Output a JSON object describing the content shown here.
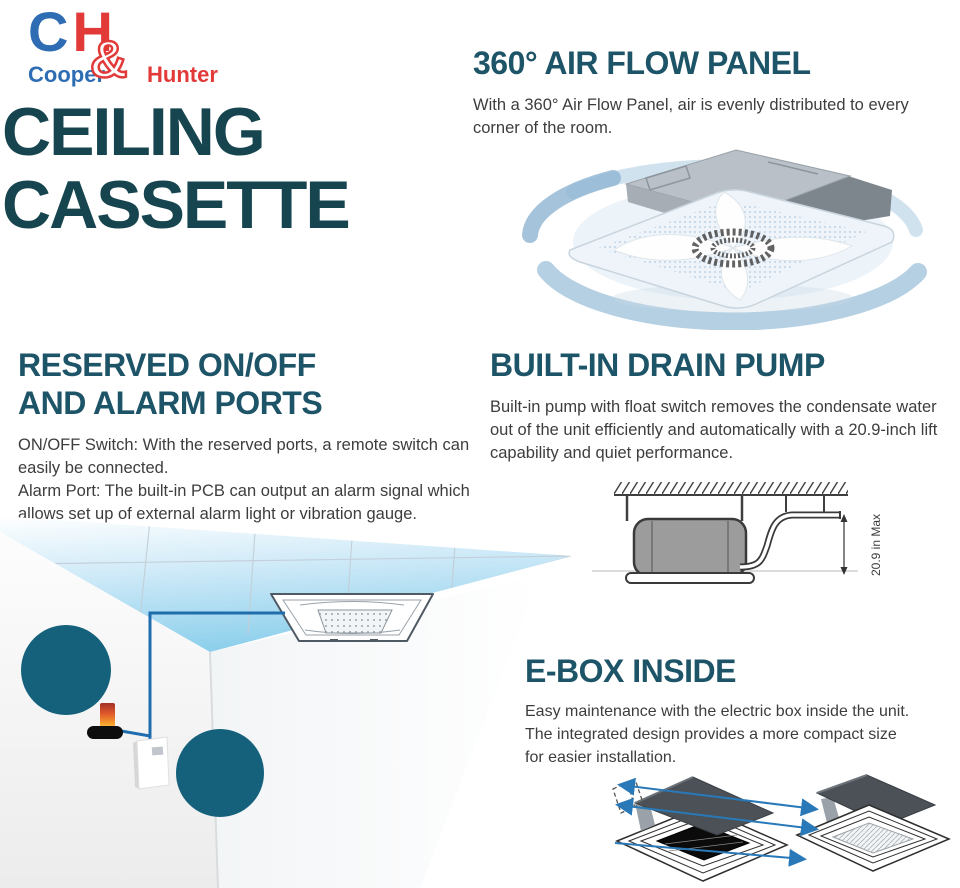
{
  "brand": {
    "logo_top_c": "C",
    "logo_top_h": "H",
    "logo_amp": "&",
    "logo_cooper": "Cooper",
    "logo_hunter": "Hunter",
    "colors": {
      "logo_blue": "#2e6db4",
      "logo_red": "#e23a39"
    }
  },
  "page_title": {
    "line1": "CEILING",
    "line2": "CASSETTE"
  },
  "sections": {
    "air_flow": {
      "title": "360° AIR FLOW PANEL",
      "body_lines": [
        "With a 360° Air Flow Panel, air is evenly distributed to every",
        "corner of the room."
      ]
    },
    "reserved_ports": {
      "title_line1": "RESERVED ON/OFF",
      "title_line2": "AND ALARM PORTS",
      "body_lines": [
        "ON/OFF Switch: With the reserved ports, a remote switch can",
        "easily be connected.",
        "Alarm Port: The built-in PCB can output an alarm signal which",
        "allows set up of external alarm light or vibration gauge."
      ]
    },
    "drain_pump": {
      "title": "BUILT-IN DRAIN PUMP",
      "body_lines": [
        "Built-in pump with float switch removes the condensate water",
        "out of the unit efficiently and automatically with a 20.9-inch lift",
        "capability and quiet performance."
      ],
      "diagram_label": "20.9 in Max"
    },
    "ebox": {
      "title": "E-BOX INSIDE",
      "body_lines": [
        "Easy maintenance with the electric box inside the unit.",
        "The integrated design provides a more compact size",
        "for easier installation."
      ]
    }
  },
  "colors": {
    "heading_teal": "#1d5468",
    "title_teal": "#17454f",
    "body_gray": "#3d3d3d",
    "circle_teal": "#15617c",
    "wire_blue": "#1f6dad",
    "arrow_blue": "#2979b8",
    "swirl_blue": "#9cc0da"
  }
}
